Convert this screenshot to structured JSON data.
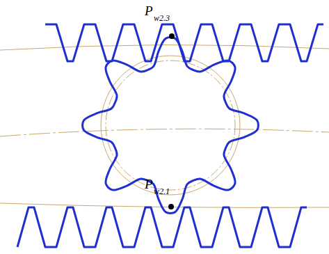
{
  "diagram": {
    "labels": [
      "P",
      "w2.3",
      "P",
      "w2.1"
    ]
  }
}
